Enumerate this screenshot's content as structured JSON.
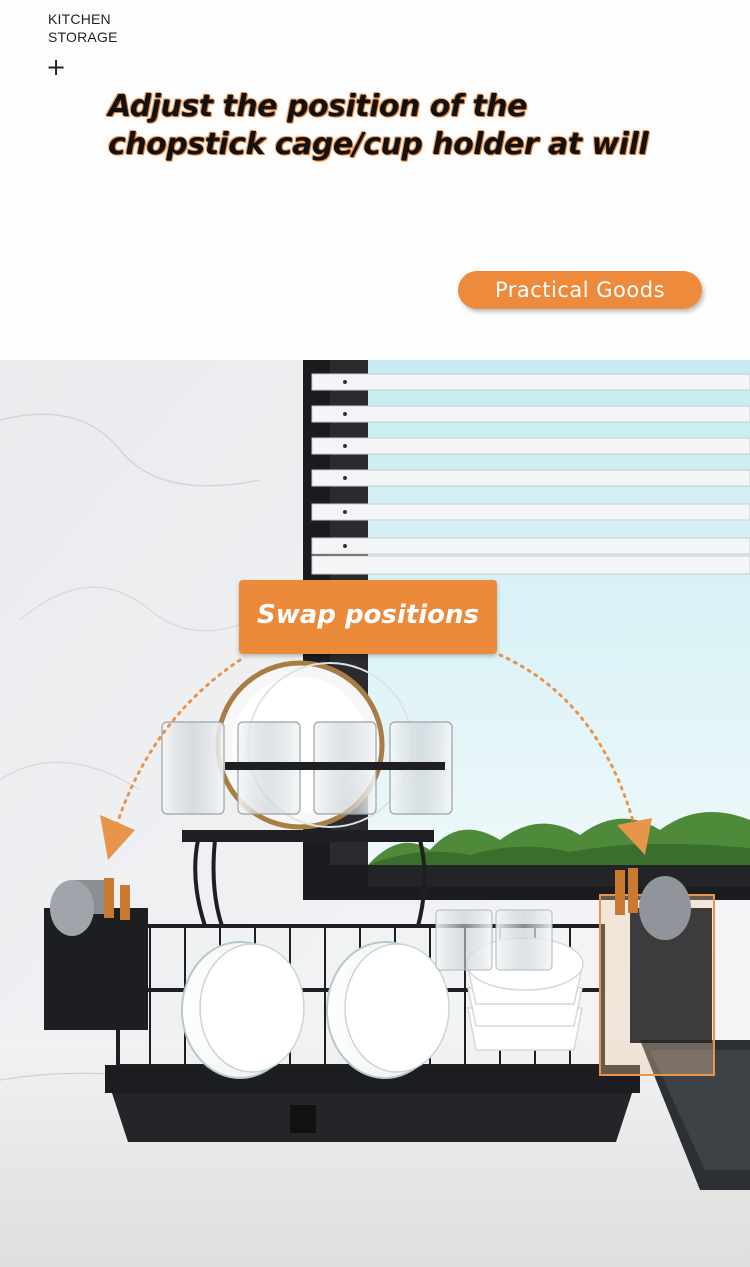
{
  "brand": {
    "label": "KITCHEN\nSTORAGE"
  },
  "plus_symbol": "+",
  "headline": {
    "line1": "Adjust the position of the",
    "line2": "chopstick cage/cup holder at will"
  },
  "badge": {
    "label": "Practical Goods"
  },
  "callout": {
    "label": "Swap positions"
  },
  "colors": {
    "accent": "#ec8a3c",
    "rack": "#1e1f22",
    "sky": "#bfe8f0"
  }
}
